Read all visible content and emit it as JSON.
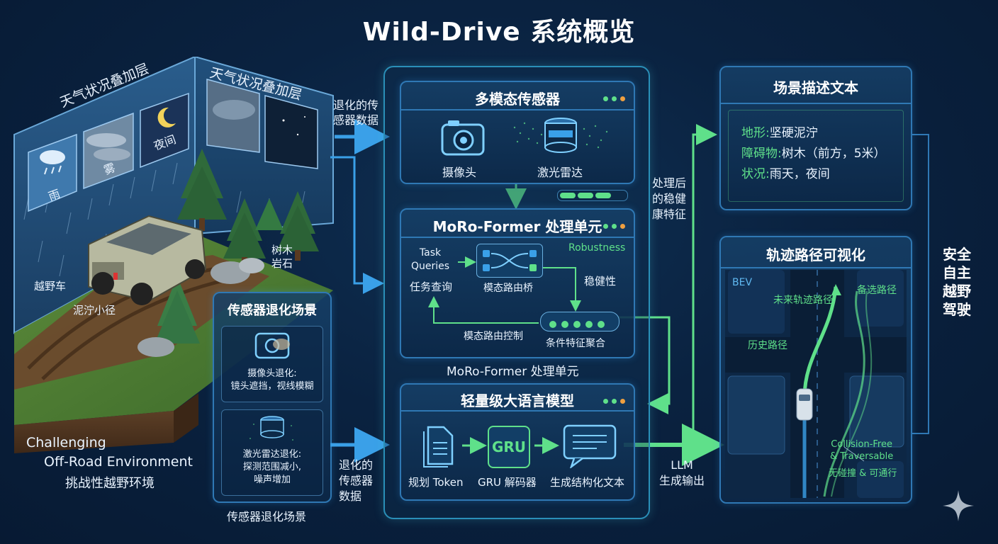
{
  "title": "Wild-Drive 系统概览",
  "left": {
    "weather_overlay_1": "天气状况叠加层",
    "weather_overlay_2": "天气状况叠加层",
    "rain": "雨",
    "fog": "雾",
    "night": "夜间",
    "vehicle": "越野车",
    "trees_rocks": "树木\n岩石",
    "mud_path": "泥泞小径",
    "env_en_1": "Challenging",
    "env_en_2": "Off-Road Environment",
    "env_cn": "挑战性越野环境",
    "degradation_title": "传感器退化场景",
    "camera_degradation": "摄像头退化:\n镜头遮挡，视线模糊",
    "lidar_degradation": "激光雷达退化:\n探测范围减小,\n噪声增加",
    "degradation_caption": "传感器退化场景"
  },
  "arrows": {
    "degraded_top": "退化的传\n感器数据",
    "degraded_bottom": "退化的\n传感器\n数据",
    "processed": "处理后\n的稳健\n康特征",
    "llm_output": "LLM\n生成输出",
    "safe_driving": "安全\n自主\n越野\n驾驶"
  },
  "center": {
    "sensors_title": "多模态传感器",
    "camera": "摄像头",
    "lidar": "激光雷达",
    "moro_title": "MoRo-Former 处理单元",
    "task_queries": "Task\nQueries",
    "task_queries_cn": "任务查询",
    "modal_bridge": "模态路由桥",
    "robustness": "Robustness",
    "robustness_cn": "稳健性",
    "routing_control": "模态路由控制",
    "cond_aggregation": "条件特征聚合",
    "moro_caption": "MoRo-Former 处理单元",
    "llm_title": "轻量级大语言模型",
    "plan_token": "规划 Token",
    "gru": "GRU",
    "gru_decoder": "GRU 解码器",
    "gen_text": "生成结构化文本"
  },
  "right": {
    "scene_title": "场景描述文本",
    "terrain_key": "地形:",
    "terrain_val": "坚硬泥泞",
    "obstacle_key": "障碍物:",
    "obstacle_val": "树木（前方，5米）",
    "condition_key": "状况:",
    "condition_val": "雨天，夜间",
    "traj_title": "轨迹路径可视化",
    "bev": "BEV",
    "future_path": "未来轨迹路径",
    "alt_path": "备选路径",
    "history_path": "历史路径",
    "collision_free_en": "Collision-Free\n& Traversable",
    "collision_free_cn": "无碰撞 & 可通行"
  },
  "colors": {
    "accent_green": "#5fe08a",
    "accent_blue": "#3aa0e8",
    "panel_border": "#2f78b4"
  },
  "icons": [
    "camera-icon",
    "lidar-icon",
    "moon-icon",
    "rain-cloud-icon",
    "document-icon",
    "chat-icon",
    "sparkle-icon"
  ]
}
